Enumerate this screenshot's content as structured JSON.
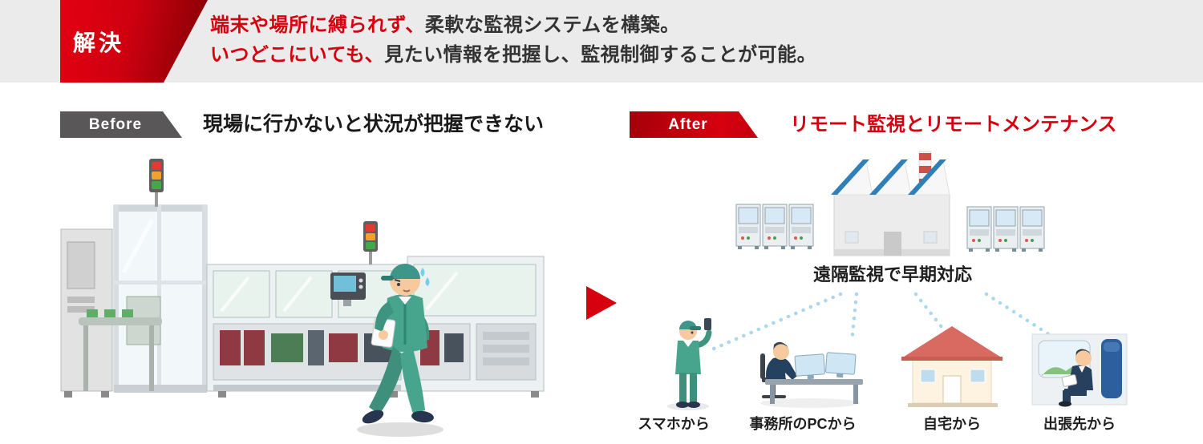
{
  "header": {
    "badge": "解決",
    "lines": [
      {
        "red": "端末や場所に縛られず、",
        "dark": "柔軟な監視システムを構築。"
      },
      {
        "red": "いつどこにいても、",
        "dark": "見たい情報を把握し、監視制御することが可能。"
      }
    ]
  },
  "before": {
    "badge": "Before",
    "title": "現場に行かないと状況が把握できない"
  },
  "after": {
    "badge": "After",
    "title": "リモート監視とリモートメンテナンス",
    "center_label": "遠隔監視で早期対応",
    "sources": [
      {
        "label": "スマホから"
      },
      {
        "label": "事務所のPCから"
      },
      {
        "label": "自宅から"
      },
      {
        "label": "出張先から"
      }
    ]
  },
  "colors": {
    "accent_red": "#d7000f",
    "badge_gray": "#595757",
    "banner_bg": "#ebebeb",
    "dotted_line_blue": "#a9d7ef",
    "uniform_teal": "#47a58e",
    "roof_blue": "#2f80b6",
    "house_roof_red": "#d96a62"
  },
  "icons": {
    "transition_arrow": "right-pointing-triangle",
    "signal_tower": "andon-stack-red-amber-green",
    "dotted_lines": "network-connection-dots"
  }
}
